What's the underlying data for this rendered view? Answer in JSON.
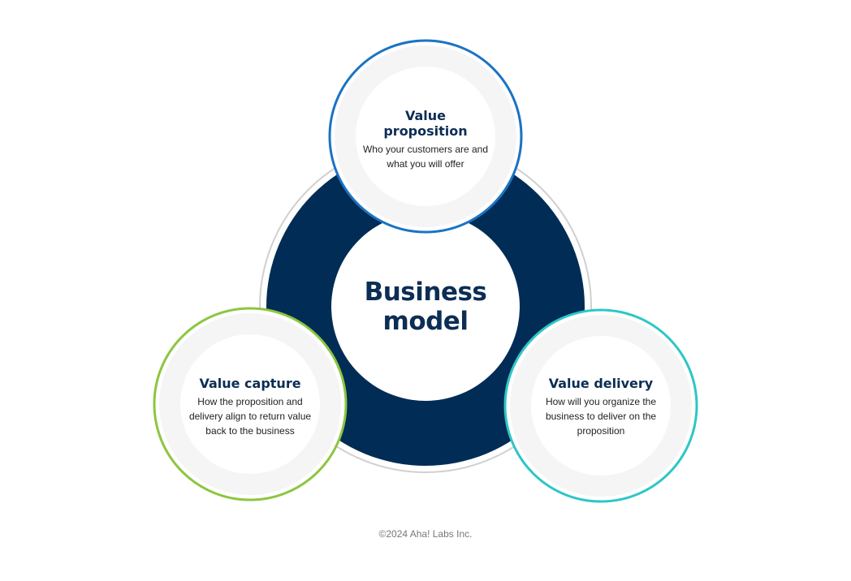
{
  "center": {
    "title": "Business model"
  },
  "nodes": {
    "proposition": {
      "title": "Value proposition",
      "description": "Who your customers are and what you will offer",
      "ring_color": "#1a73c4"
    },
    "capture": {
      "title": "Value capture",
      "description": "How the proposition and delivery align to return value back to the business",
      "ring_color": "#8cc63f"
    },
    "delivery": {
      "title": "Value delivery",
      "description": "How will you organize the business to deliver on the proposition",
      "ring_color": "#2ec6c6"
    }
  },
  "colors": {
    "core": "#002c55",
    "node_fill": "#f5f5f5",
    "outline": "#d0d0d0"
  },
  "footer": {
    "copyright": "©2024 Aha! Labs Inc."
  }
}
